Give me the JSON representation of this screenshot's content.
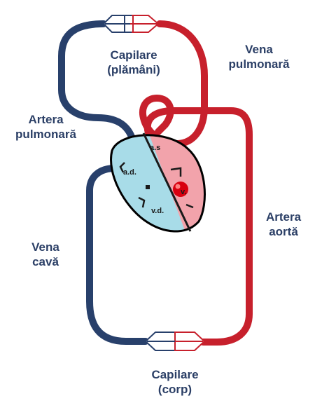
{
  "colors": {
    "oxygenated": "#c7202c",
    "deoxygenated": "#28406b",
    "right_heart_fill": "#a8dce8",
    "left_heart_fill": "#f2a3ab",
    "heart_outline": "#000000",
    "label_text": "#2b3f66"
  },
  "labels": {
    "lung_capillaries": [
      "Capilare",
      "(plămâni)"
    ],
    "pulmonary_vein": [
      "Vena",
      "pulmonară"
    ],
    "pulmonary_artery": [
      "Artera",
      "pulmonară"
    ],
    "aorta": [
      "Artera",
      "aortă"
    ],
    "vena_cava": [
      "Vena",
      "cavă"
    ],
    "body_capillaries": [
      "Capilare",
      "(corp)"
    ]
  },
  "heart": {
    "left_atrium": "a.s",
    "right_atrium": "a.d.",
    "right_ventricle": "v.d.",
    "left_ventricle": "v."
  }
}
